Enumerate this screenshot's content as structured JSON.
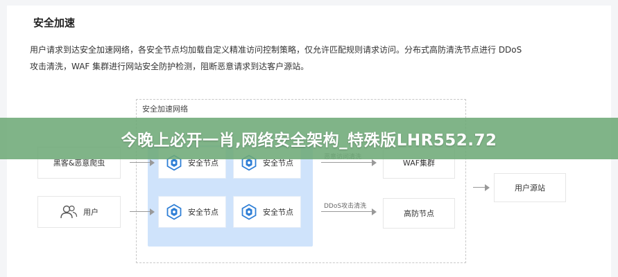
{
  "section": {
    "title": "安全加速",
    "description_line1": "用户请求到达安全加速网络，各安全节点均加载自定义精准访问控制策略，仅允许匹配规则请求访问。分布式高防清洗节点进行 DDoS",
    "description_line2": "攻击清洗，WAF 集群进行网站安全防护检测，阻断恶意请求到达客户源站。"
  },
  "diagram": {
    "region_label": "安全加速网络",
    "sources": {
      "attacker": "黑客&恶意爬虫",
      "user": "用户"
    },
    "security_nodes": [
      "安全节点",
      "安全节点",
      "安全节点",
      "安全节点"
    ],
    "edges": {
      "malicious_access": "恶意访问清洗",
      "ddos_clean": "DDoS攻击清洗"
    },
    "waf": "WAF集群",
    "high_defense": "高防节点",
    "origin": "用户源站"
  },
  "overlay": {
    "banner": "今晚上必开一肖,网络安全架构_特殊版LHR552.72"
  },
  "colors": {
    "region_blue": "#cfe3fb",
    "icon_blue": "#2f7fd6",
    "banner_green": "#6eaa78"
  },
  "icons": [
    "hexagon-shield-icon",
    "user-group-icon",
    "arrow-right-icon"
  ]
}
